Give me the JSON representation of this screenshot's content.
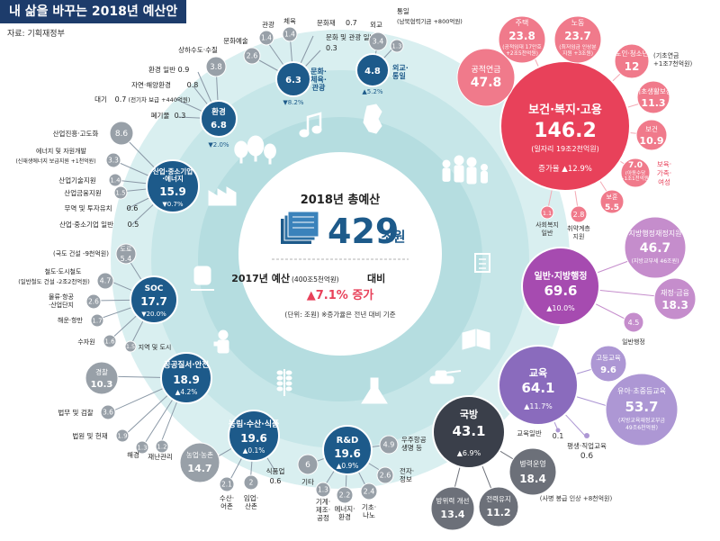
{
  "header": {
    "title": "내 삶을 바꾸는 2018년 예산안",
    "source": "자료: 기획재정부"
  },
  "center": {
    "title": "2018년 총예산",
    "amount": "429",
    "amount_unit": "조원",
    "compare_main": "2017년 예산",
    "compare_paren": "(400조5천억원)",
    "compare_tail": "대비",
    "increase": "▲7.1% 증가",
    "note": "(단위: 조원) ※증가율은 전년 대비 기준"
  },
  "colors": {
    "welfare": "#e8415a",
    "welfare_small": "#f07a8b",
    "admin": "#a64bb0",
    "admin_small": "#c58dcc",
    "education": "#8a6bbd",
    "education_small": "#ad97d4",
    "defense": "#3a3f4a",
    "defense_small": "#6c7079",
    "navy": "#1d5a8a",
    "small_gray": "#98a0a8",
    "teal": "#bfe2e4",
    "teal_dark": "#a6d3d6"
  },
  "sectors": {
    "welfare": {
      "label": "보건·복지·고용",
      "value": "146.2",
      "sub": "(일자리 19조2천억원)",
      "growth": "증가율 ▲12.9%",
      "items": [
        {
          "label": "공적연금",
          "value": "47.8",
          "note": ""
        },
        {
          "label": "주택",
          "value": "23.8",
          "note": "(공적임대 17만호 +2조5천억원)"
        },
        {
          "label": "노동",
          "value": "23.7",
          "note": "(최저임금 인상분 지원 +3조원)"
        },
        {
          "label": "노인·청소년",
          "value": "12",
          "note": "(기초연금 +1조7천억원)"
        },
        {
          "label": "기초생활보장",
          "value": "11.3",
          "note": ""
        },
        {
          "label": "보건",
          "value": "10.9",
          "note": ""
        },
        {
          "label": "보육·가족·여성",
          "value": "7.0",
          "note": "(아동수당 +1조1천억원)"
        },
        {
          "label": "보훈",
          "value": "5.5",
          "note": ""
        },
        {
          "label": "취약계층 지원",
          "value": "2.8",
          "note": ""
        },
        {
          "label": "사회복지 일반",
          "value": "1.1",
          "note": ""
        }
      ]
    },
    "admin": {
      "label": "일반·지방행정",
      "value": "69.6",
      "growth": "▲10.0%",
      "items": [
        {
          "label": "지방행정재정지원",
          "value": "46.7",
          "note": "(지방교부세 46조원)"
        },
        {
          "label": "재정·금융",
          "value": "18.3"
        },
        {
          "label": "일반행정",
          "value": "4.5"
        }
      ]
    },
    "education": {
      "label": "교육",
      "value": "64.1",
      "growth": "▲11.7%",
      "items": [
        {
          "label": "고등교육",
          "value": "9.6"
        },
        {
          "label": "유아·초중등교육",
          "value": "53.7",
          "note": "(지방교육재정교부금 49조6천억원)"
        },
        {
          "label": "평생·직업교육",
          "value": "0.6"
        },
        {
          "label": "교육일반",
          "value": "0.1"
        }
      ]
    },
    "defense": {
      "label": "국방",
      "value": "43.1",
      "growth": "▲6.9%",
      "items": [
        {
          "label": "병력운영",
          "value": "18.4",
          "note": "(사병 봉급 인상 +8천억원)"
        },
        {
          "label": "전력유지",
          "value": "11.2"
        },
        {
          "label": "방위력 개선",
          "value": "13.4"
        }
      ]
    },
    "rnd": {
      "label": "R&D",
      "value": "19.6",
      "growth": "▲0.9%",
      "items": [
        {
          "label": "우주항공 생명 등",
          "value": "4.9"
        },
        {
          "label": "전자·정보",
          "value": "2.6"
        },
        {
          "label": "기초·나노",
          "value": "2.4"
        },
        {
          "label": "에너지·환경",
          "value": "2.2"
        },
        {
          "label": "기계·제조·공정",
          "value": "1.3"
        },
        {
          "label": "기타",
          "value": "6"
        }
      ]
    },
    "agri": {
      "label": "농림·수산·식품",
      "value": "19.6",
      "growth": "▲0.1%",
      "items": [
        {
          "label": "식품업",
          "value": "0.6"
        },
        {
          "label": "임업·산촌",
          "value": "2"
        },
        {
          "label": "수산·어촌",
          "value": "2.1"
        },
        {
          "label": "농업·농촌",
          "value": "14.7"
        }
      ]
    },
    "safety": {
      "label": "공공질서·안전",
      "value": "18.9",
      "growth": "▲4.2%",
      "items": [
        {
          "label": "경찰",
          "value": "10.3"
        },
        {
          "label": "법무 및 검찰",
          "value": "3.6"
        },
        {
          "label": "법원 및 헌재",
          "value": "1.9"
        },
        {
          "label": "해경",
          "value": "1.3"
        },
        {
          "label": "재난관리",
          "value": "1.2"
        }
      ]
    },
    "soc": {
      "label": "SOC",
      "value": "17.7",
      "growth": "▼20.0%",
      "items": [
        {
          "label": "도로",
          "value": "5.4",
          "note": "(국도 건설 -9천억원)"
        },
        {
          "label": "철도·도시철도",
          "value": "4.7",
          "note": "(일반철도 건설 -2조2천억원)"
        },
        {
          "label": "물류·항공·산업단지",
          "value": "2.6"
        },
        {
          "label": "해운·항만",
          "value": "1.7"
        },
        {
          "label": "수자원",
          "value": "1.6"
        },
        {
          "label": "지역 및 도시",
          "value": "1.5"
        }
      ]
    },
    "industry": {
      "label": "산업·중소기업·에너지",
      "value": "15.9",
      "growth": "▼0.7%",
      "items": [
        {
          "label": "산업진흥·고도화",
          "value": "8.6"
        },
        {
          "label": "에너지 및 자원개발",
          "value": "3.3",
          "note": "(신재생에너지 보급지원 +1천억원)"
        },
        {
          "label": "산업기술지원",
          "value": "1.4"
        },
        {
          "label": "산업금융지원",
          "value": "1.5"
        },
        {
          "label": "무역 및 투자유치",
          "value": "0.6"
        },
        {
          "label": "산업·중소기업 일반",
          "value": "0.5"
        }
      ]
    },
    "environment": {
      "label": "환경",
      "value": "6.8",
      "growth": "▼2.0%",
      "items": [
        {
          "label": "상하수도·수질",
          "value": "3.8"
        },
        {
          "label": "환경 일반",
          "value": "0.9"
        },
        {
          "label": "자연·해양환경",
          "value": "0.8"
        },
        {
          "label": "대기",
          "value": "0.7",
          "note": "(전기차 보급 +440억원)"
        },
        {
          "label": "폐기물",
          "value": "0.3"
        }
      ]
    },
    "culture": {
      "label": "문화·체육·관광",
      "value": "6.3",
      "growth": "▼8.2%",
      "items": [
        {
          "label": "문화예술",
          "value": "2.6"
        },
        {
          "label": "관광",
          "value": "1.4"
        },
        {
          "label": "체육",
          "value": "1.4"
        },
        {
          "label": "문화재",
          "value": "0.7"
        },
        {
          "label": "문화 및 관광 일반",
          "value": "0.3"
        }
      ]
    },
    "foreign": {
      "label": "외교·통일",
      "value": "4.8",
      "growth": "▲5.2%",
      "items": [
        {
          "label": "외교",
          "value": "3.4"
        },
        {
          "label": "통일",
          "value": "1.3",
          "note": "(남북협력기금 +800억원)"
        }
      ]
    }
  },
  "icons": [
    "music-note-icon",
    "korea-map-icon",
    "forest-icon",
    "family-icon",
    "factory-icon",
    "document-icon",
    "train-icon",
    "book-icon",
    "police-icon",
    "tank-icon",
    "wheat-icon",
    "flask-icon"
  ]
}
